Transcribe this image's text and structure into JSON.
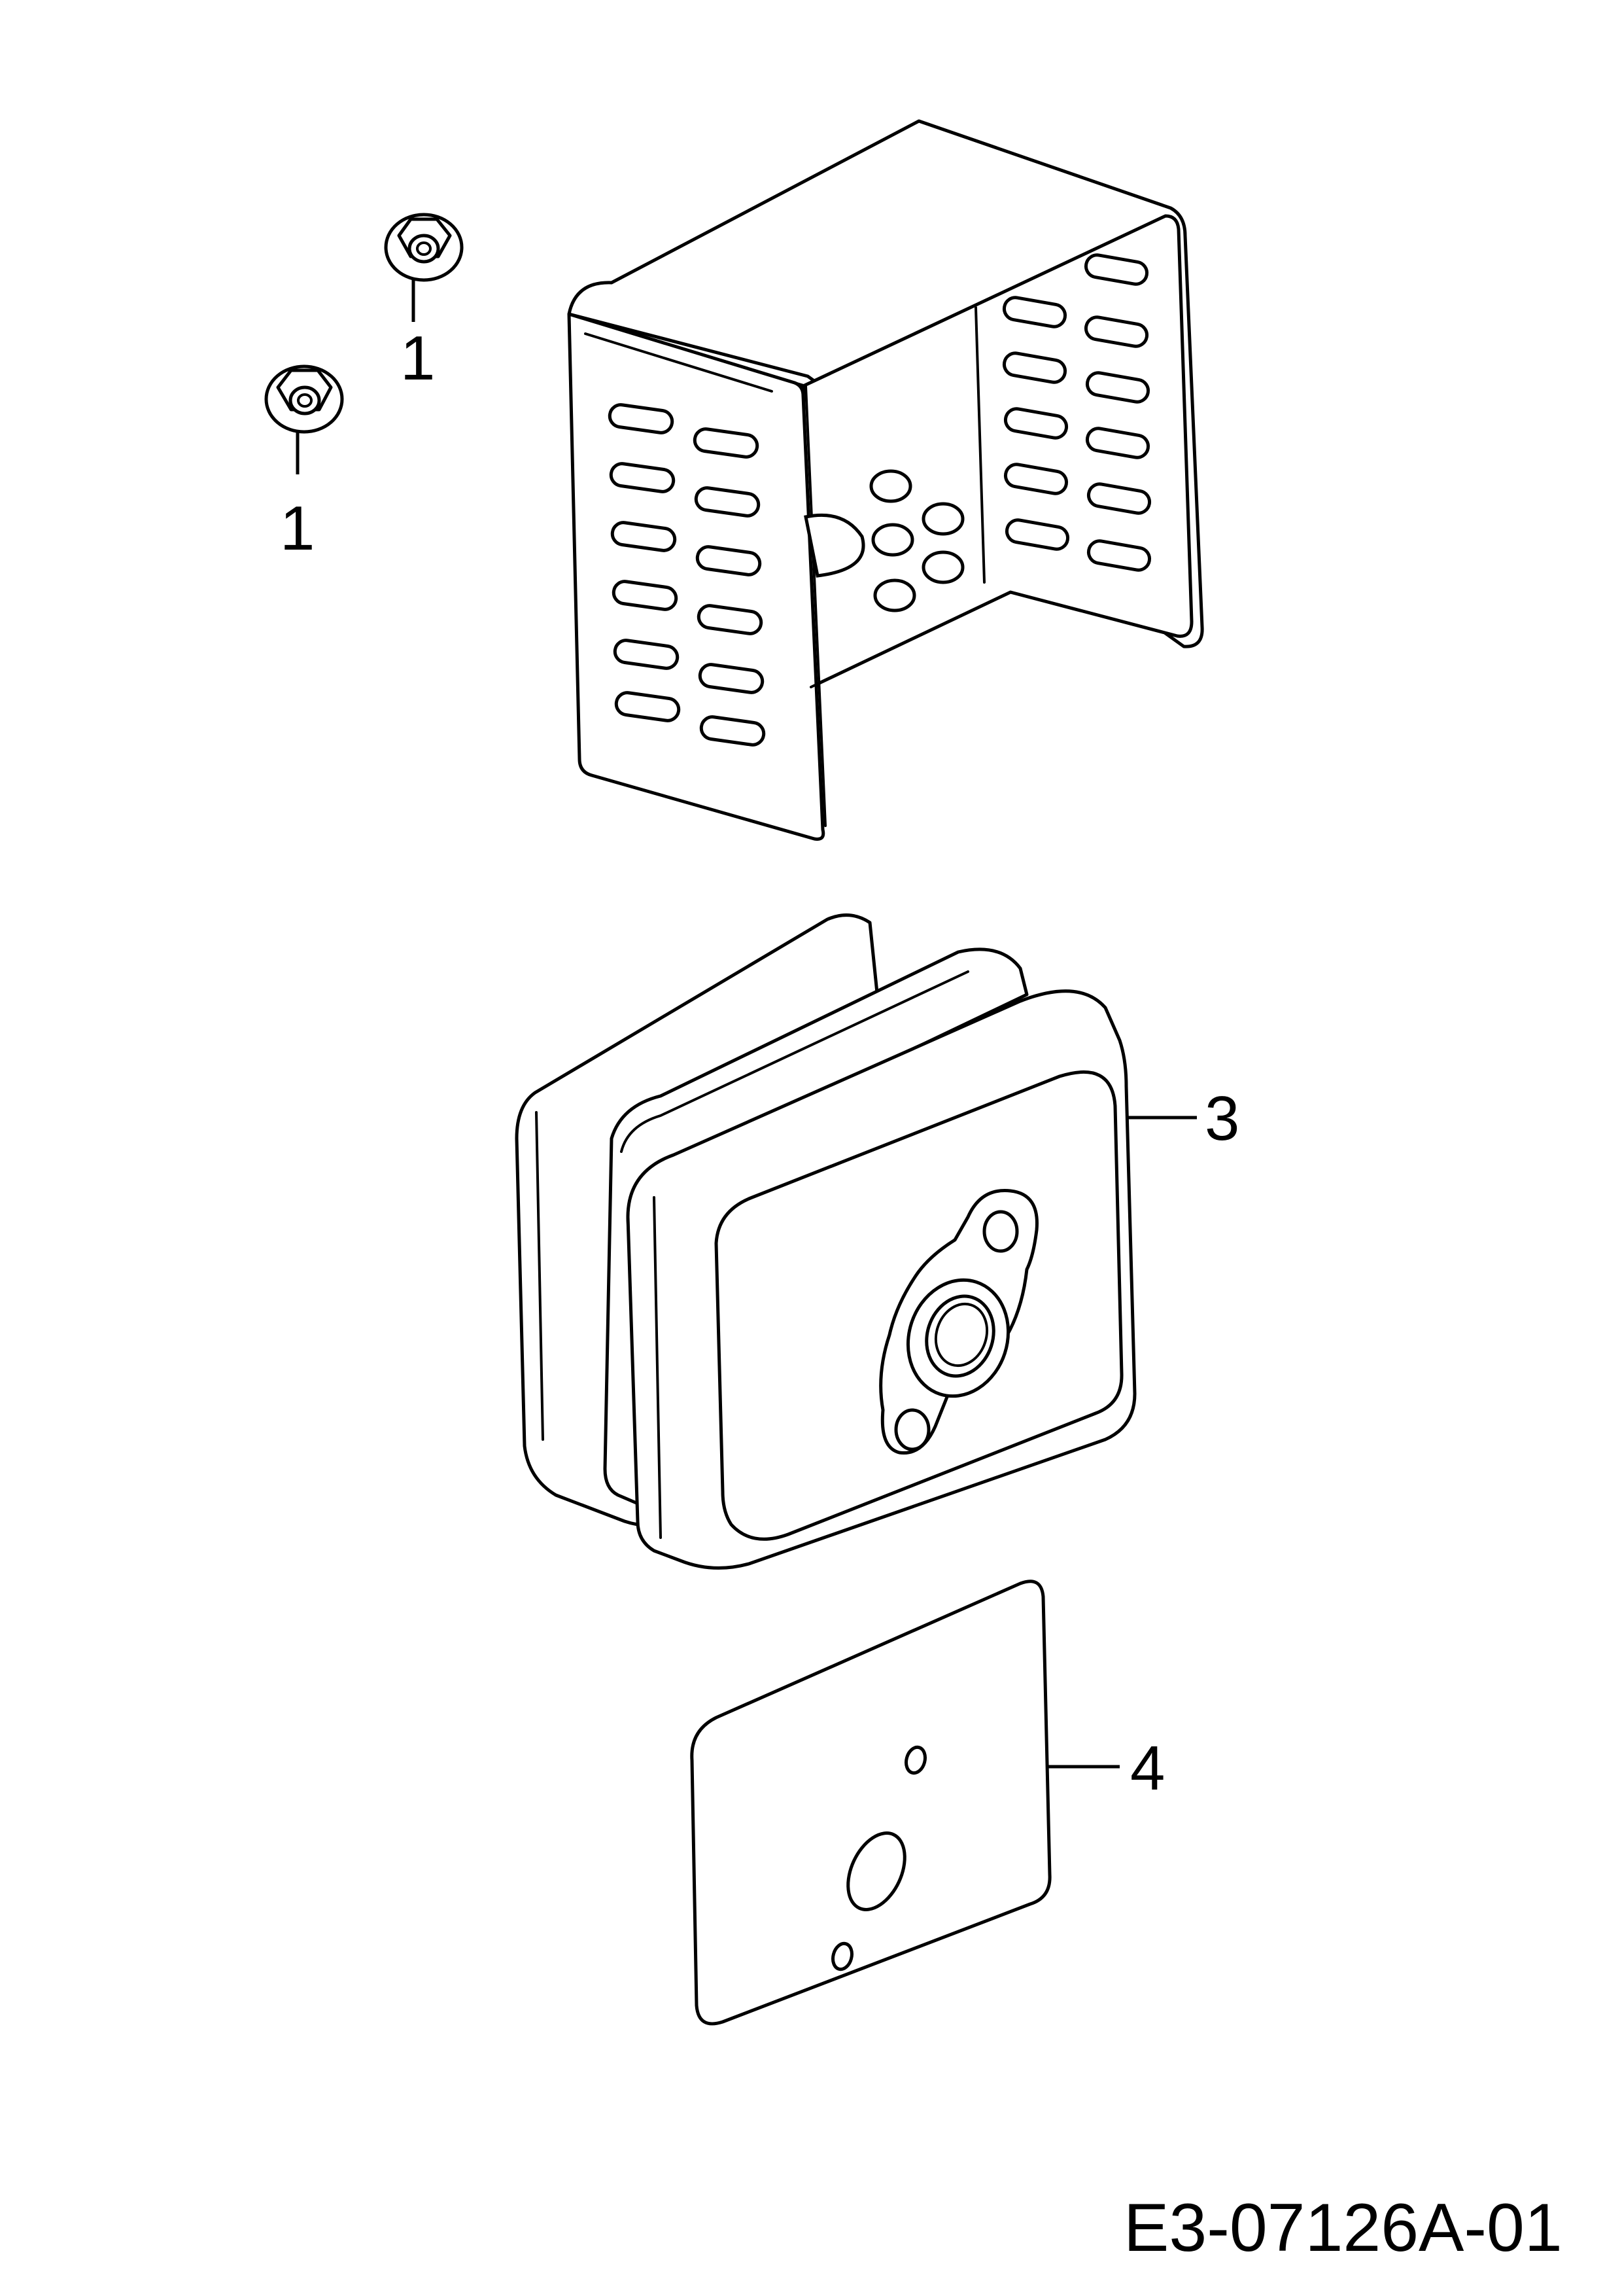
{
  "diagram": {
    "drawing_number": "E3-07126A-01",
    "callouts": {
      "nut_upper": "1",
      "nut_lower": "1",
      "muffler": "3",
      "gasket": "4"
    }
  },
  "colors": {
    "line": "#000000",
    "background": "#ffffff"
  }
}
